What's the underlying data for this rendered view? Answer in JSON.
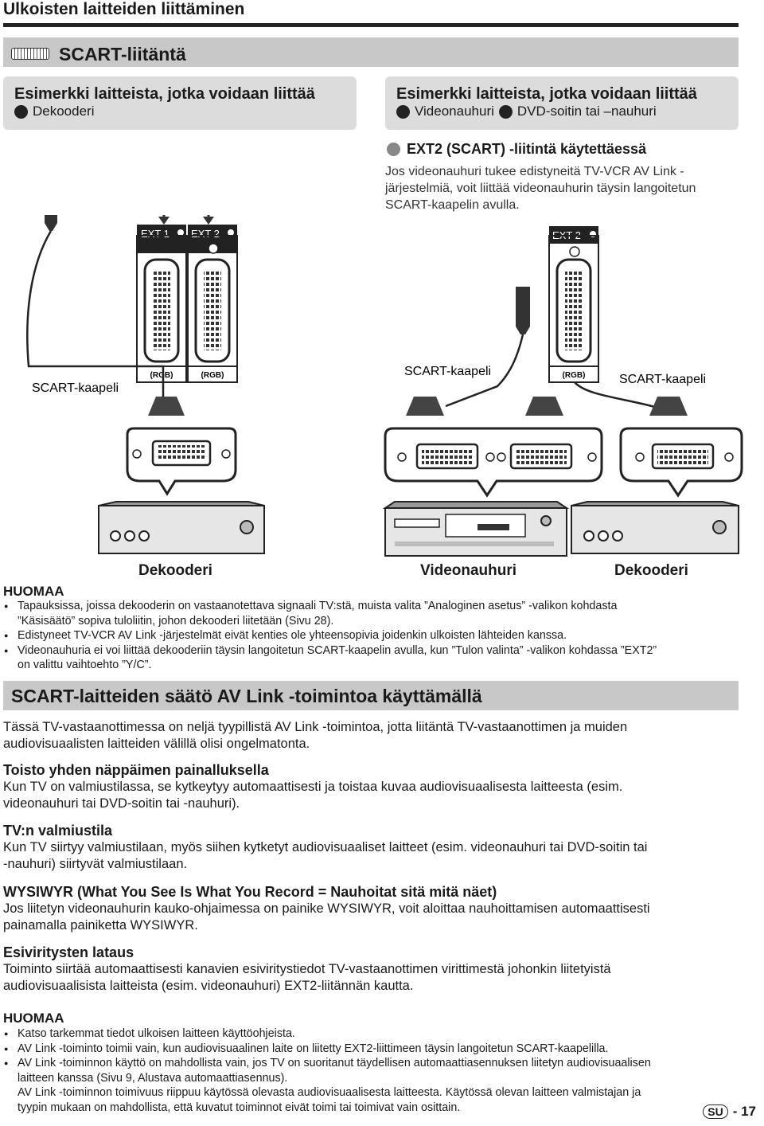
{
  "page_title": "Ulkoisten laitteiden liittäminen",
  "section_title": "SCART-liitäntä",
  "example_left": {
    "title": "Esimerkki laitteista, jotka voidaan liittää",
    "items": [
      "Dekooderi"
    ]
  },
  "example_right": {
    "title": "Esimerkki laitteista, jotka voidaan liittää",
    "items": [
      "Videonauhuri",
      "DVD-soitin tai –nauhuri"
    ]
  },
  "ext2": {
    "heading": "EXT2 (SCART) -liitintä käytettäessä",
    "text": "Jos videonauhuri tukee edistyneitä TV-VCR AV Link -järjestelmiä, voit liittää videonauhurin täysin langoitetun SCART-kaapelin avulla."
  },
  "diagram": {
    "ext1_label": "EXT 1",
    "ext2_label": "EXT 2",
    "ext2_label_right": "EXT 2",
    "rgb": "(RGB)",
    "cable_left": "SCART-kaapeli",
    "cable_middle": "SCART-kaapeli",
    "cable_right": "SCART-kaapeli",
    "device_dekooderi_left": "Dekooderi",
    "device_videonauhuri": "Videonauhuri",
    "device_dekooderi_right": "Dekooderi"
  },
  "note1": {
    "heading": "HUOMAA",
    "items": [
      [
        "Tapauksissa, joissa dekooderin on vastaanotettava signaali TV:stä, muista valita ”Analoginen asetus” -valikon kohdasta",
        "”Käsisäätö” sopiva tuloliitin, johon dekooderi liitetään (Sivu 28)."
      ],
      [
        "Edistyneet TV-VCR AV Link -järjestelmät eivät kenties ole yhteensopivia joidenkin ulkoisten lähteiden kanssa."
      ],
      [
        "Videonauhuria ei voi liittää dekooderiin täysin langoitetun SCART-kaapelin avulla, kun ”Tulon valinta” -valikon kohdassa ”EXT2”",
        "on valittu vaihtoehto ”Y/C”."
      ]
    ]
  },
  "section2_title": "SCART-laitteiden säätö AV Link -toimintoa käyttämällä",
  "intro": [
    "Tässä TV-vastaanottimessa on neljä tyypillistä AV Link -toimintoa, jotta liitäntä TV-vastaanottimen ja muiden",
    "audiovisuaalisten laitteiden välillä olisi ongelmatonta."
  ],
  "features": [
    {
      "heading": "Toisto yhden näppäimen painalluksella",
      "lines": [
        "Kun TV on valmiustilassa, se kytkeytyy automaattisesti ja toistaa kuvaa audiovisuaalisesta laitteesta (esim.",
        "videonauhuri tai DVD-soitin tai -nauhuri)."
      ]
    },
    {
      "heading": "TV:n valmiustila",
      "lines": [
        "Kun TV siirtyy valmiustilaan, myös siihen kytketyt audiovisuaaliset laitteet (esim. videonauhuri tai DVD-soitin tai",
        "-nauhuri) siirtyvät valmiustilaan."
      ]
    },
    {
      "heading": "WYSIWYR (What You See Is What You Record = Nauhoitat sitä mitä näet)",
      "lines": [
        "Jos liitetyn videonauhurin kauko-ohjaimessa on painike WYSIWYR, voit aloittaa nauhoittamisen automaattisesti",
        "painamalla painiketta WYSIWYR."
      ]
    },
    {
      "heading": "Esiviritysten lataus",
      "lines": [
        "Toiminto siirtää automaattisesti kanavien esiviritystiedot TV-vastaanottimen virittimestä johonkin liitetyistä",
        "audiovisuaalisista laitteista (esim. videonauhuri) EXT2-liitännän kautta."
      ]
    }
  ],
  "note2": {
    "heading": "HUOMAA",
    "items": [
      [
        "Katso tarkemmat tiedot ulkoisen laitteen käyttöohjeista."
      ],
      [
        "AV Link -toiminto toimii vain, kun audiovisuaalinen laite on liitetty EXT2-liittimeen täysin langoitetun SCART-kaapelilla."
      ],
      [
        "AV Link -toiminnon käyttö on mahdollista vain, jos TV on suoritanut täydellisen automaattiasennuksen liitetyn audiovisuaalisen",
        "laitteen kanssa (Sivu 9, Alustava automaattiasennus).",
        "AV Link -toiminnon toimivuus riippuu käytössä olevasta audiovisuaalisesta laitteesta. Käytössä olevan laitteen valmistajan ja",
        "tyypin mukaan on mahdollista, että kuvatut toiminnot eivät toimi tai toimivat vain osittain."
      ]
    ]
  },
  "footer": {
    "lang": "SU",
    "page": "- 17"
  }
}
